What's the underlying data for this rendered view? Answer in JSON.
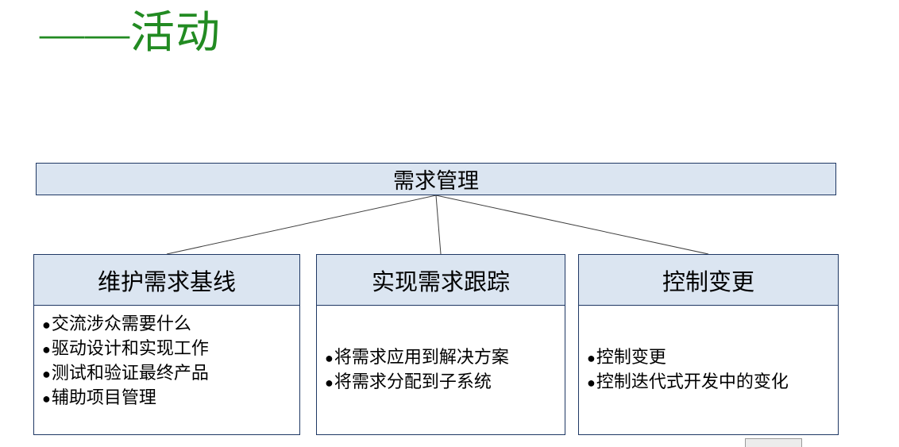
{
  "slide": {
    "title": "——活动"
  },
  "diagram": {
    "root": {
      "label": "需求管理"
    },
    "bullet_char": "●",
    "children": [
      {
        "title": "维护需求基线",
        "bullets": [
          "交流涉众需要什么",
          "驱动设计和实现工作",
          "测试和验证最终产品",
          "辅助项目管理"
        ]
      },
      {
        "title": "实现需求跟踪",
        "bullets": [
          "将需求应用到解决方案",
          "将需求分配到子系统"
        ]
      },
      {
        "title": "控制变更",
        "bullets": [
          "控制变更",
          "控制迭代式开发中的变化"
        ]
      }
    ]
  },
  "colors": {
    "title_green": "#228B22",
    "box_fill": "#dbe5f1",
    "box_border": "#1f3864",
    "connector_line": "#404040"
  }
}
